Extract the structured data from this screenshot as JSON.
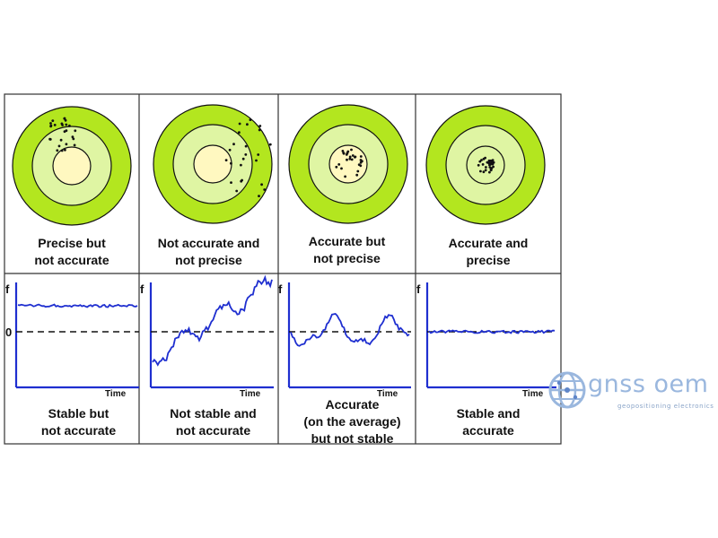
{
  "targets": [
    {
      "caption_l1": "Precise but",
      "caption_l2": "not accurate"
    },
    {
      "caption_l1": "Not accurate and",
      "caption_l2": "not precise"
    },
    {
      "caption_l1": "Accurate but",
      "caption_l2": "not precise"
    },
    {
      "caption_l1": "Accurate and",
      "caption_l2": "precise"
    }
  ],
  "plots": [
    {
      "caption_lines": [
        "Stable but",
        "not accurate"
      ],
      "f_label": "f",
      "zero_label": "0",
      "time_label": "Time"
    },
    {
      "caption_lines": [
        "Not stable and",
        "not accurate"
      ],
      "f_label": "f",
      "time_label": "Time"
    },
    {
      "caption_lines": [
        "Accurate",
        "(on the average)",
        "but not stable"
      ],
      "f_label": "f",
      "time_label": "Time"
    },
    {
      "caption_lines": [
        "Stable and",
        "accurate"
      ],
      "f_label": "f",
      "time_label": "Time"
    }
  ],
  "colors": {
    "ring_green": "#b3e61f",
    "ring_pale": "#dff5a3",
    "bull": "#fff8c0",
    "line_blue": "#1f2fd0",
    "border": "#333333"
  },
  "logo": {
    "name": "gnss oem",
    "tagline": "geopositioning electronics",
    "icon": "globe-network-icon"
  }
}
